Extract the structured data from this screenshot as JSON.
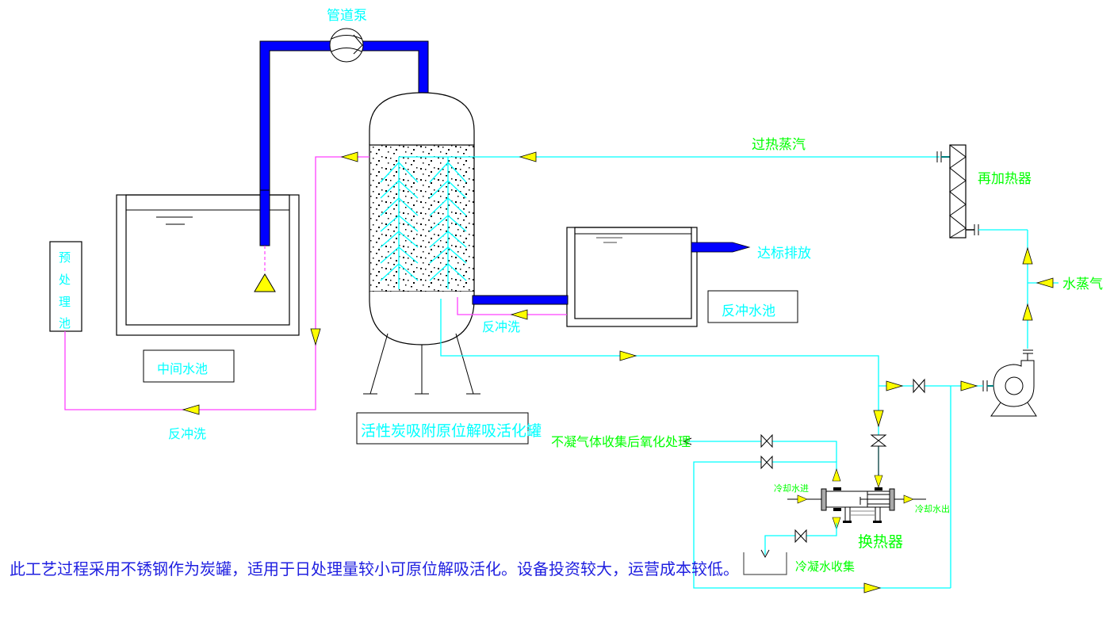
{
  "diagram": {
    "type": "process-flow",
    "labels": {
      "pipeline_pump": "管道泵",
      "superheated_steam": "过热蒸汽",
      "reheater": "再加热器",
      "water_vapor": "水蒸气",
      "discharge": "达标排放",
      "backwash_pool": "反冲水池",
      "backwash_right": "反冲洗",
      "backwash_bottom": "反冲洗",
      "pretreatment_pool": "预处理池",
      "intermediate_pool": "中间水池",
      "carbon_tank": "活性炭吸附原位解吸活化罐",
      "noncondensable_gas": "不凝气体收集后氧化处理",
      "cooling_water_in": "冷却水进",
      "cooling_water_out": "冷却水出",
      "heat_exchanger": "换热器",
      "condensate_collection": "冷凝水收集"
    },
    "note": "此工艺过程采用不锈钢作为炭罐，适用于日处理量较小可原位解吸活化。设备投资较大，运营成本较低。",
    "colors": {
      "steam_line": "#00ffff",
      "backwash_line": "#ff40ff",
      "water_pipe": "#0000ff",
      "flow_arrow": "#ffff00",
      "label_cyan": "#00ffff",
      "label_green": "#00ff00",
      "note_blue": "#2020e0"
    }
  }
}
